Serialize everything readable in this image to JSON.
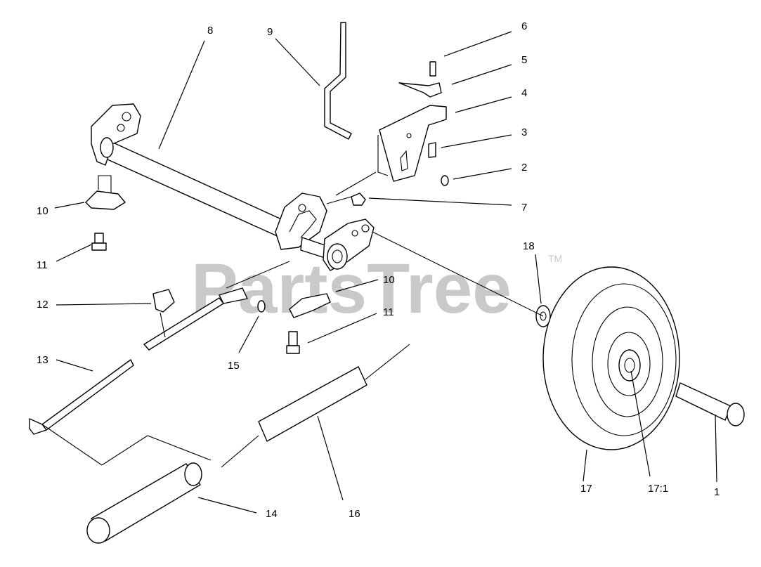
{
  "watermark": {
    "text": "PartsTree",
    "trademark": "TM"
  },
  "callouts": [
    "8",
    "9",
    "6",
    "5",
    "4",
    "3",
    "2",
    "7",
    "10",
    "11",
    "18",
    "12",
    "10",
    "11",
    "15",
    "13",
    "16",
    "14",
    "17",
    "17:1",
    "1"
  ]
}
